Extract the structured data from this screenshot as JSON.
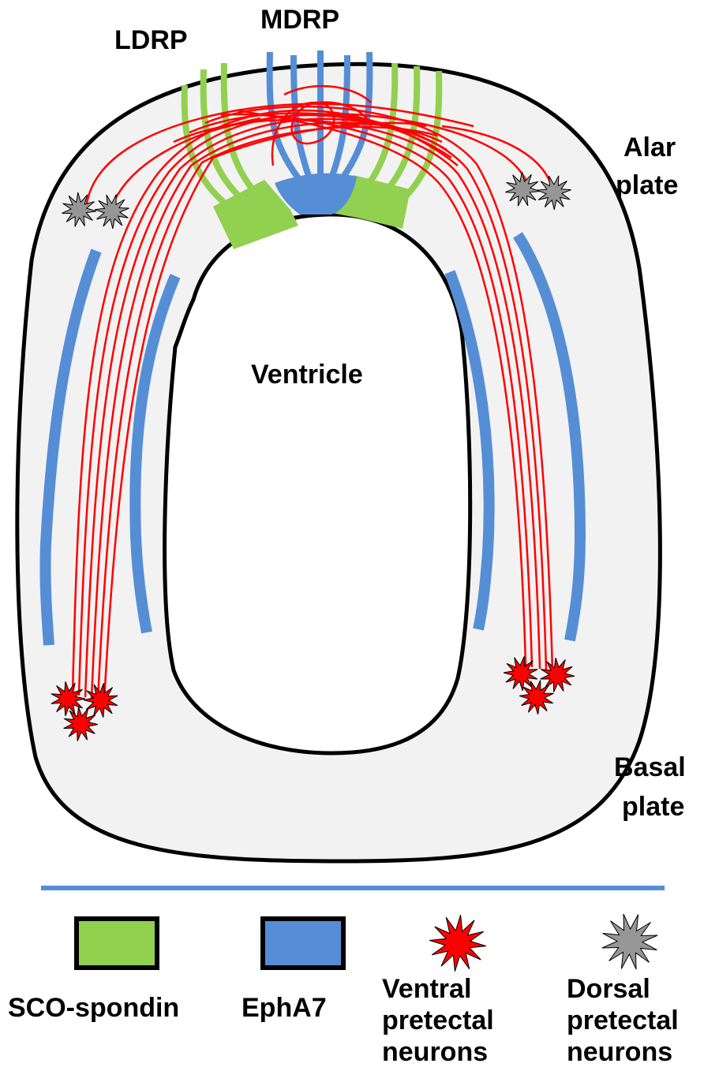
{
  "labels": {
    "ldrp": "LDRP",
    "mdrp": "MDRP",
    "alar_line1": "Alar",
    "alar_line2": "plate",
    "ventricle": "Ventricle",
    "basal_line1": "Basal",
    "basal_line2": "plate"
  },
  "legend": {
    "sco": "SCO-spondin",
    "epha7": "EphA7",
    "ventral": "Ventral\npretectal\nneurons",
    "dorsal": "Dorsal\npretectal\nneurons"
  },
  "colors": {
    "sco_spondin": "#92d050",
    "epha7": "#558ed5",
    "ventral_neurons": "#ff0000",
    "dorsal_neurons": "#969696",
    "tissue": "#f2f2f2",
    "axon": "#ff0000",
    "divider": "#558ed5"
  }
}
